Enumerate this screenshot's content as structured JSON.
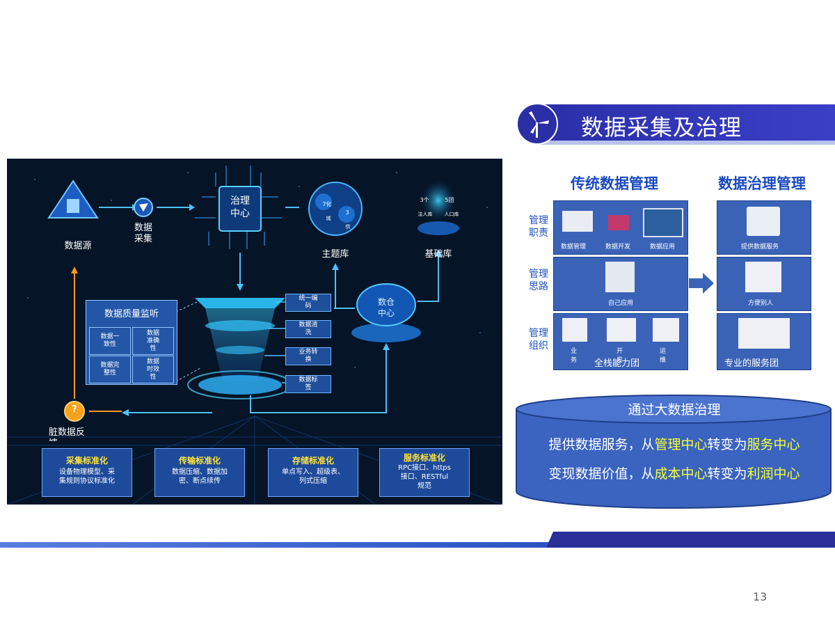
{
  "diagram": {
    "nodes": {
      "source": "数据源",
      "collect": "数据\n采集",
      "center": "治理\n中心",
      "theme": "主题库",
      "base": "基础库",
      "warehouse": "数仓\n中心",
      "dirty": "脏数据反\n馈"
    },
    "steps": [
      "统一编\n码",
      "数据清\n洗",
      "业务转\n换",
      "数据标\n签"
    ],
    "quality": {
      "title": "数据质量监听",
      "cells": [
        "数据一\n致性",
        "数据\n准确\n性",
        "数据完\n整性",
        "数据\n时效\n性"
      ]
    },
    "theme_icons": [
      "7化",
      "城",
      "3",
      "供"
    ],
    "base_icons": [
      "3个",
      "5团",
      "法人库",
      "人口库"
    ],
    "standards": [
      {
        "title": "采集标准化",
        "desc": "设备物理模型、采\n集规则协议标准化"
      },
      {
        "title": "传输标准化",
        "desc": "数据压缩、数据加\n密、断点续传"
      },
      {
        "title": "存储标准化",
        "desc": "单点写入、超级表、\n列式压缩"
      },
      {
        "title": "服务标准化",
        "desc": "RPC接口、https\n接口、RESTful\n规范"
      }
    ]
  },
  "right": {
    "title": "数据采集及治理",
    "traditional_title": "传统数据管理",
    "governance_title": "数据治理管理",
    "row_labels": [
      "管理\n职责",
      "管理\n思路",
      "管理\n组织"
    ],
    "traditional": {
      "duty": [
        "数据管理",
        "数据开发",
        "数据应用"
      ],
      "idea": "自己应用",
      "org_roles": [
        "业\n务",
        "开\n发",
        "运\n维"
      ],
      "org_caption": "全栈能力团"
    },
    "governance": {
      "duty": "提供数据服务",
      "idea": "方便别人",
      "org_caption": "专业的服务团"
    },
    "barrel": {
      "top": "通过大数据治理",
      "line1_a": "提供数据服务，从",
      "line1_b": "管理中心",
      "line1_c": "转变为",
      "line1_d": "服务中心",
      "line2_a": "变现数据价值，从",
      "line2_b": "成本中心",
      "line2_c": "转变为",
      "line2_d": "利润中心"
    }
  },
  "page_number": "13",
  "colors": {
    "accent": "#1a4ac0",
    "highlight": "#f4ff3a",
    "panel": "#3a63b8",
    "dark": "#061427"
  }
}
